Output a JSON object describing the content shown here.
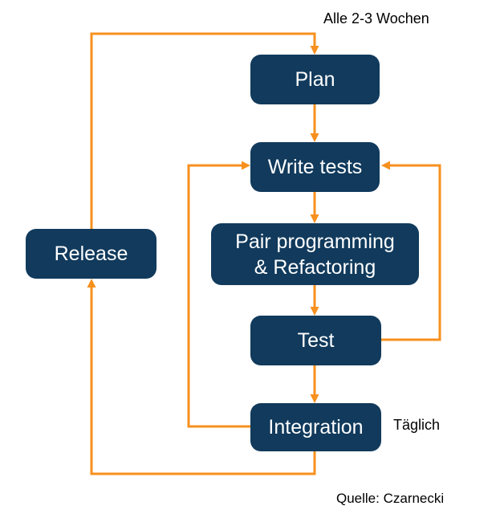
{
  "diagram": {
    "description": "XP / agile development cycle flowchart",
    "nodes": {
      "plan": {
        "label": "Plan"
      },
      "write_tests": {
        "label": "Write tests"
      },
      "pair": {
        "lines": [
          "Pair programming",
          "& Refactoring"
        ]
      },
      "test": {
        "label": "Test"
      },
      "integration": {
        "label": "Integration"
      },
      "release": {
        "label": "Release"
      }
    },
    "annotations": {
      "cycle_label": "Alle 2-3 Wochen",
      "daily_label": "Täglich",
      "source_label": "Quelle: Czarnecki"
    },
    "edges": [
      "Plan -> Write tests",
      "Write tests -> Pair programming & Refactoring",
      "Pair programming & Refactoring -> Test",
      "Test -> Integration",
      "Test -> Write tests (right loop)",
      "Integration -> Write tests (left loop)",
      "Integration -> Release (bottom loop)",
      "Release -> Plan (top loop, every 2-3 weeks)"
    ],
    "colors": {
      "node_fill": "#113A5C",
      "node_text": "#FFFFFF",
      "arrow": "#F7901E",
      "background": "#FFFFFF",
      "annotation_text": "#000000"
    }
  }
}
